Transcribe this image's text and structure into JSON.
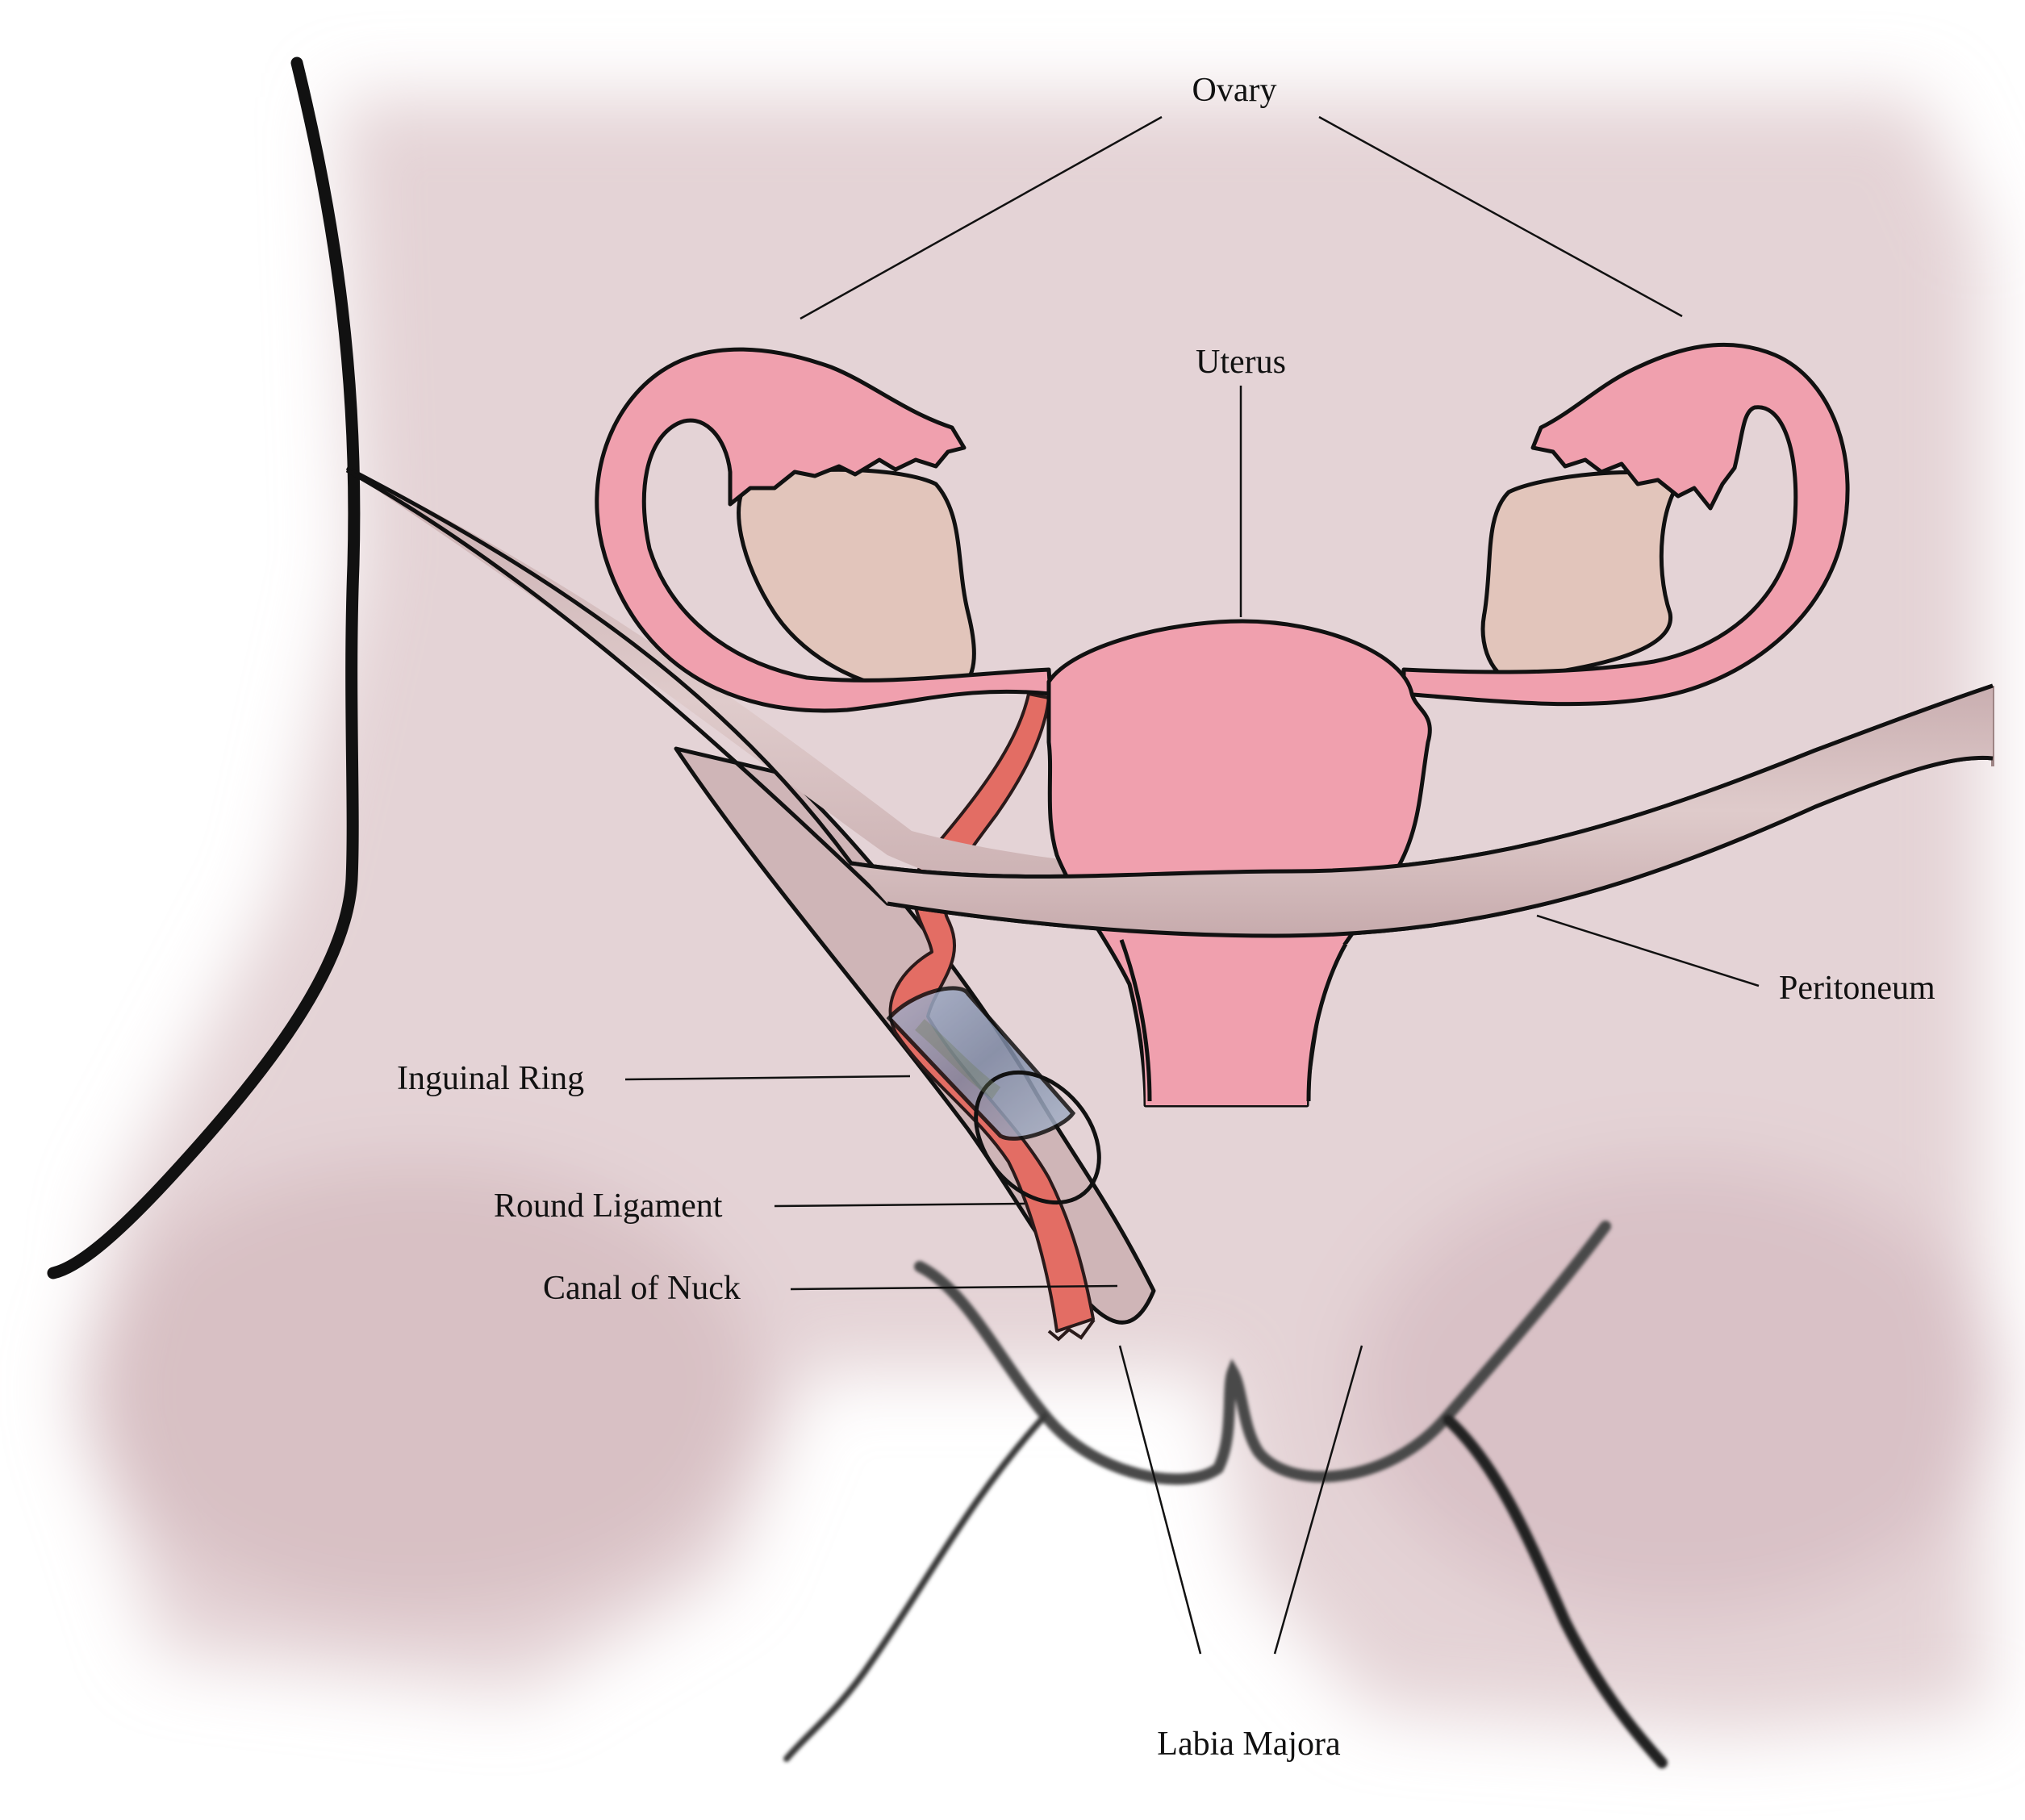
{
  "labels": {
    "ovary": "Ovary",
    "uterus": "Uterus",
    "peritoneum": "Peritoneum",
    "inguinal_ring": "Inguinal Ring",
    "round_ligament": "Round Ligament",
    "canal_of_nuck": "Canal of Nuck",
    "labia_majora": "Labia Majora"
  },
  "colors": {
    "background": "#ffffff",
    "skin_shading": "#dcc6ca",
    "uterus_pink": "#f0a0ae",
    "ovary_tan": "#e2c5bb",
    "peritoneum_band": "#d2b9b9",
    "round_ligament_red": "#e36d64",
    "inguinal_ring_blue": "#9aa8c4",
    "outline": "#111111"
  }
}
